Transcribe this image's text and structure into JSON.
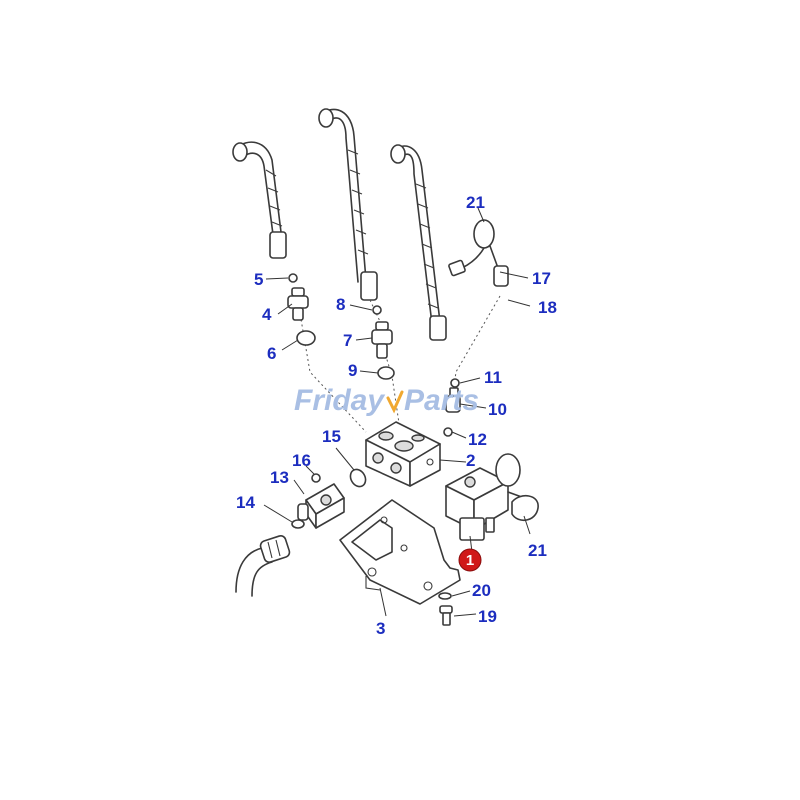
{
  "watermark": {
    "brand_part1": "Friday",
    "brand_part2": "Parts",
    "brand_colors": [
      "#a9bfe4",
      "#f0a830"
    ]
  },
  "highlight": {
    "label": "1",
    "color": "#d01818"
  },
  "labels": {
    "p2": "2",
    "p3": "3",
    "p4": "4",
    "p5": "5",
    "p6": "6",
    "p7": "7",
    "p8": "8",
    "p9": "9",
    "p10": "10",
    "p11": "11",
    "p12": "12",
    "p13": "13",
    "p14": "14",
    "p15": "15",
    "p16": "16",
    "p17": "17",
    "p18": "18",
    "p19": "19",
    "p20": "20",
    "p21a": "21",
    "p21b": "21"
  },
  "colors": {
    "label": "#1c2dbf",
    "line": "#3a3a3a"
  }
}
